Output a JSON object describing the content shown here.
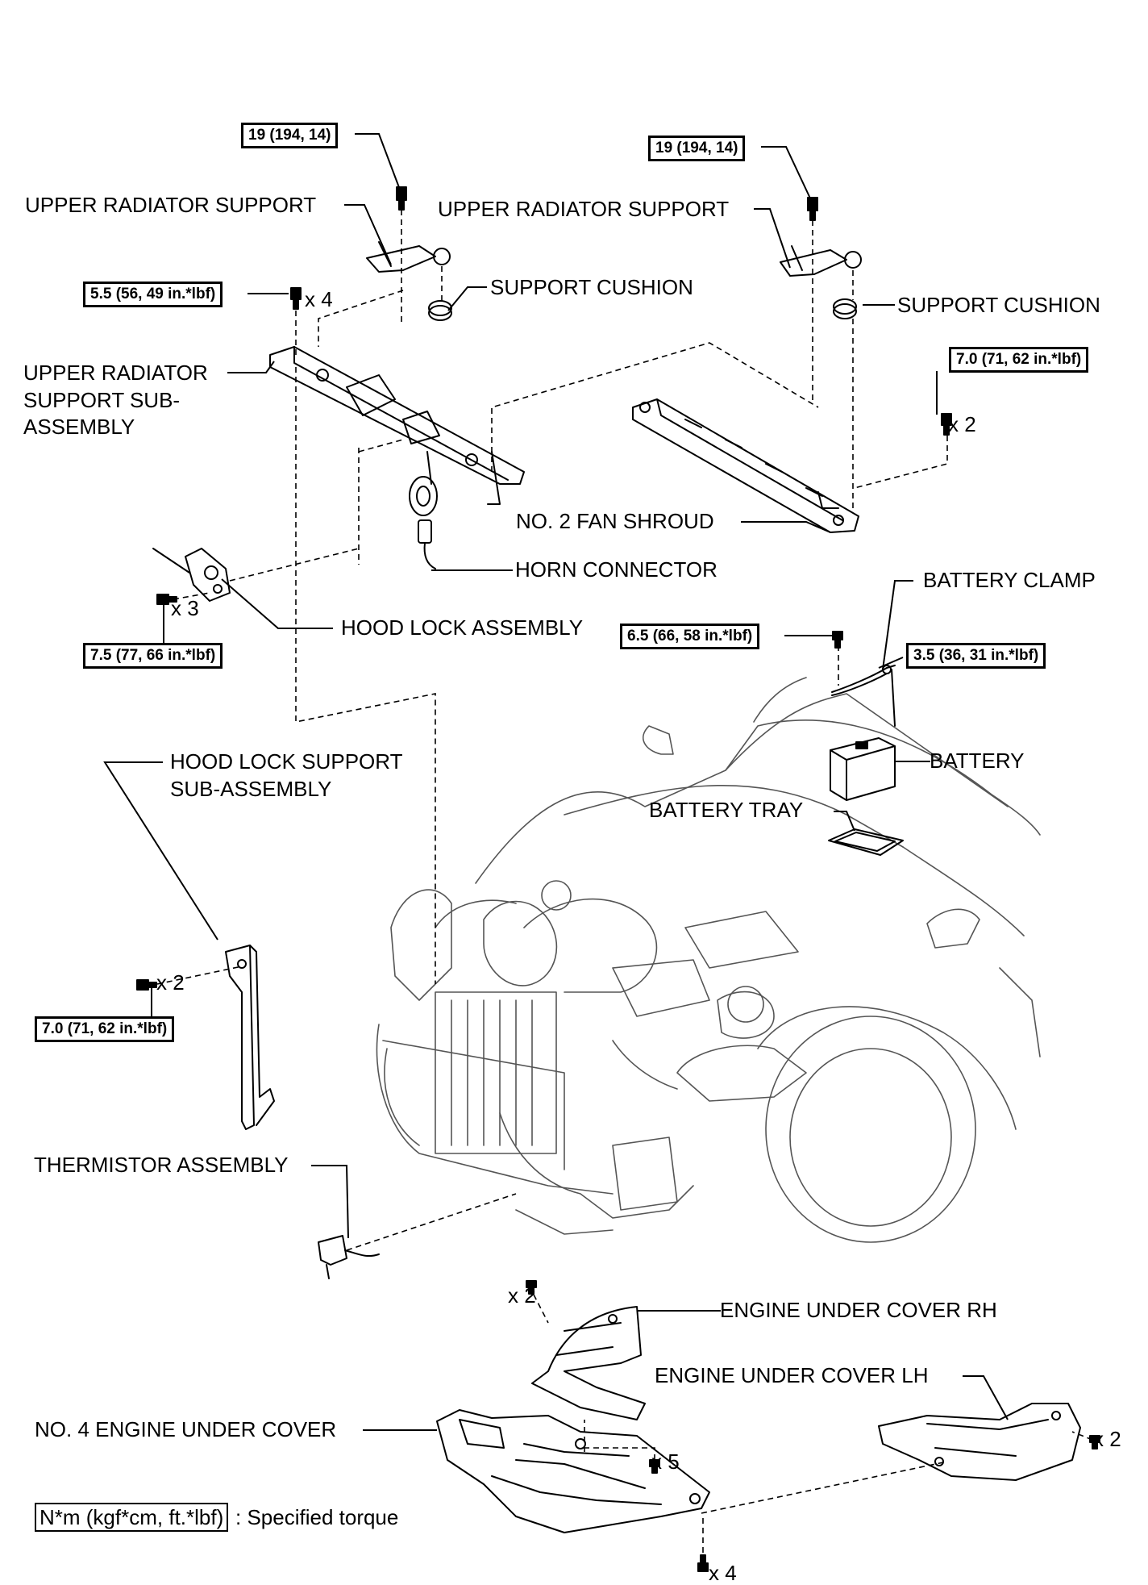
{
  "labels": {
    "upper_radiator_support_left": "UPPER RADIATOR SUPPORT",
    "upper_radiator_support_right": "UPPER RADIATOR SUPPORT",
    "support_cushion_left": "SUPPORT CUSHION",
    "support_cushion_right": "SUPPORT CUSHION",
    "upper_radiator_support_sub_l1": "UPPER RADIATOR",
    "upper_radiator_support_sub_l2": "SUPPORT SUB-",
    "upper_radiator_support_sub_l3": "ASSEMBLY",
    "no2_fan_shroud": "NO. 2 FAN SHROUD",
    "horn_connector": "HORN CONNECTOR",
    "hood_lock_assembly": "HOOD LOCK ASSEMBLY",
    "battery_clamp": "BATTERY CLAMP",
    "battery": "BATTERY",
    "battery_tray": "BATTERY TRAY",
    "hood_lock_support_l1": "HOOD LOCK SUPPORT",
    "hood_lock_support_l2": "SUB-ASSEMBLY",
    "thermistor_assembly": "THERMISTOR ASSEMBLY",
    "engine_under_cover_rh": "ENGINE UNDER COVER RH",
    "engine_under_cover_lh": "ENGINE UNDER COVER LH",
    "no4_engine_under_cover": "NO. 4 ENGINE UNDER COVER"
  },
  "torques": {
    "upper_support_left": "19 (194, 14)",
    "upper_support_right": "19 (194, 14)",
    "sub_assembly": "5.5 (56, 49 in.*lbf)",
    "fan_shroud": "7.0 (71, 62 in.*lbf)",
    "hood_lock": "7.5 (77, 66 in.*lbf)",
    "battery_clamp_bolt": "6.5 (66, 58 in.*lbf)",
    "battery_clamp_nut": "3.5 (36, 31 in.*lbf)",
    "hood_lock_support": "7.0 (71, 62 in.*lbf)"
  },
  "quantities": {
    "sub_assembly_bolts": "x 4",
    "fan_shroud_bolts": "x 2",
    "hood_lock_bolts": "x 3",
    "hood_lock_support_bolts": "x 2",
    "rh_cover_clips": "x 2",
    "no4_cover_clips": "x 5",
    "no4_cover_bolts": "x 4",
    "lh_cover_clips": "x 2"
  },
  "legend": {
    "unit_box": "N*m (kgf*cm, ft.*lbf)",
    "description": ": Specified torque"
  }
}
